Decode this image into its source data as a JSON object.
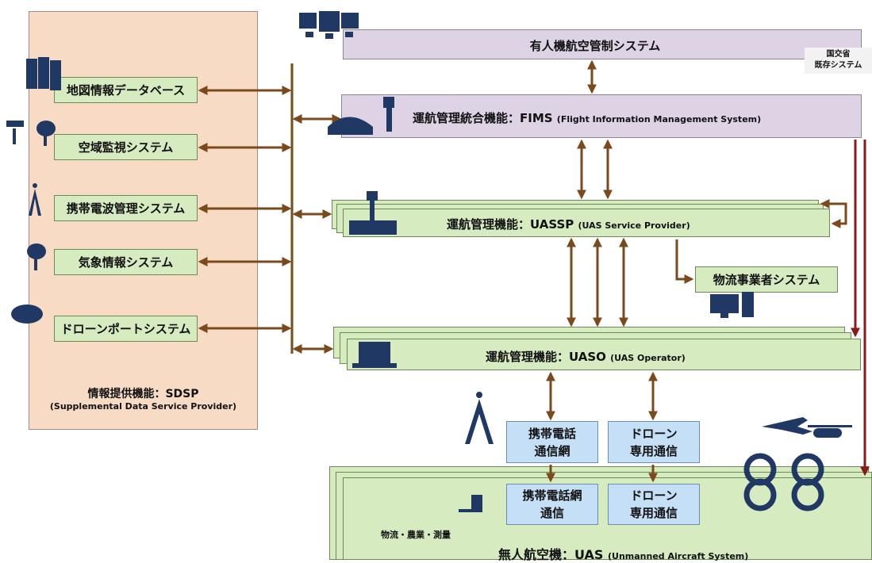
{
  "sdsp": {
    "items": [
      "地図情報データベース",
      "空域監視システム",
      "携帯電波管理システム",
      "気象情報システム",
      "ドローンポートシステム"
    ],
    "title": "情報提供機能：SDSP",
    "subtitle": "(Supplemental Data Service Provider)"
  },
  "manned": {
    "label": "有人機航空管制システム"
  },
  "mlit": {
    "line1": "国交省",
    "line2": "既存システム"
  },
  "fims": {
    "label": "運航管理統合機能：FIMS",
    "sub": "(Flight Information Management System)"
  },
  "uassp": {
    "label": "運航管理機能：UASSP",
    "sub": "(UAS Service Provider)"
  },
  "logistics": {
    "label": "物流事業者システム"
  },
  "uaso": {
    "label": "運航管理機能：UASO",
    "sub": "(UAS Operator)"
  },
  "cell_network": {
    "line1": "携帯電話",
    "line2": "通信網"
  },
  "drone_comm": {
    "line1": "ドローン",
    "line2": "専用通信"
  },
  "uas_cell": {
    "line1": "携帯電話網",
    "line2": "通信"
  },
  "uas_drone": {
    "line1": "ドローン",
    "line2": "専用通信"
  },
  "uas": {
    "uses": "物流・農業・測量",
    "label": "無人航空機：UAS",
    "sub": "(Unmanned Aircraft System)"
  },
  "colors": {
    "arrow": "#7b4a1c",
    "red_arrow": "#8a1a1a",
    "icon": "#1f3864"
  }
}
